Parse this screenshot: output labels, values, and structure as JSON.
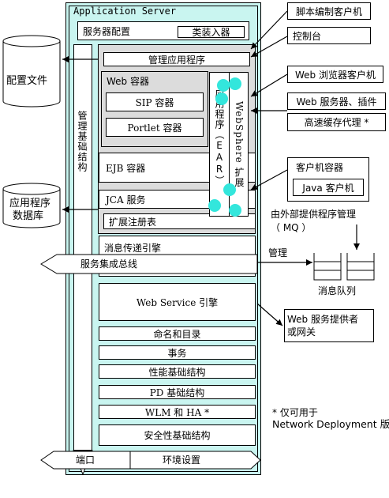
{
  "colors": {
    "server_fill": "#c9f5f0",
    "inner_fill": "#dcdcdc",
    "box_fill": "#ffffff",
    "dot_fill": "#33e6dc",
    "stroke": "#000000"
  },
  "server": {
    "title": "Application  Server",
    "config": "服务器配置",
    "class_loader": "类装入器",
    "admin_infra": "管理基础结构",
    "admin_app": "管理应用程序",
    "web_container": "Web 容器",
    "sip": "SIP 容器",
    "portlet": "Portlet 容器",
    "websphere_ext": "WebSphere 扩展",
    "app_ear": "应用程序（EAR）",
    "ejb": "EJB  容器",
    "jca": "JCA  服务",
    "ext_registry": "扩展注册表",
    "messaging": "消息传递引擎",
    "bus": "服务集成总线",
    "web_service": "Web Service 引擎",
    "naming": "命名和目录",
    "transaction": "事务",
    "performance": "性能基础结构",
    "pd": "PD 基础结构",
    "wlm": "WLM  和 HA *",
    "security": "安全性基础结构",
    "port": "端口",
    "env": "环境设置"
  },
  "external": {
    "script_client": "脚本编制客户机",
    "console": "控制台",
    "browser_client": "Web 浏览器客户机",
    "web_server": "Web 服务器、插件",
    "cache_proxy": "高速缓存代理 *",
    "client_container": "客户机容器",
    "java_client": "Java  客户机",
    "ext_provider": "由外部提供程序管理",
    "mq": "（ MQ ）",
    "manage": "管理",
    "queue": "消息队列",
    "ws_provider_1": "Web 服务提供者",
    "ws_provider_2": "或网关",
    "config_file": "配置文件",
    "app_db_1": "应用程序",
    "app_db_2": "数据库",
    "footnote_1": "*  仅可用于",
    "footnote_2": "Network Deployment  版"
  }
}
